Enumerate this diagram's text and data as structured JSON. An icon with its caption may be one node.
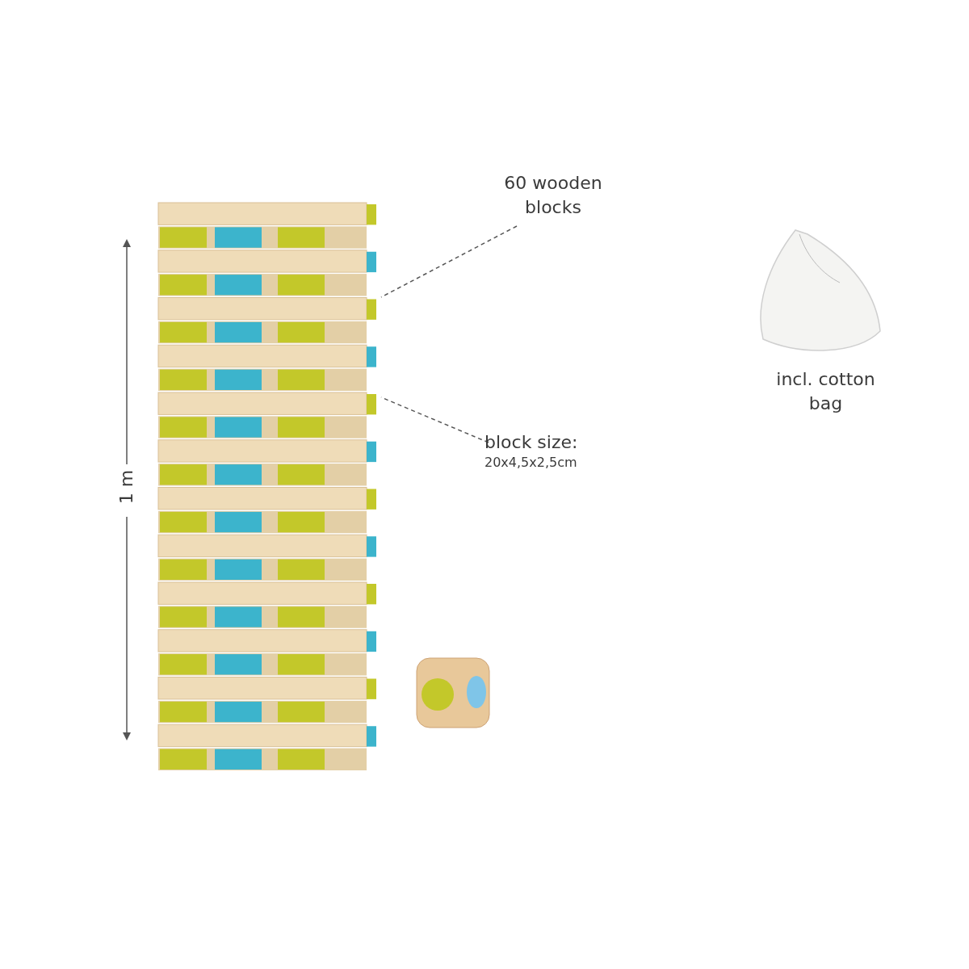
{
  "diagram": {
    "nodes": [
      {
        "text": [
          "60 wooden blocks"
        ]
      },
      {
        "text": [],
        "shape": "picture"
      },
      {
        "text": [
          "block size:",
          "20x4,5x2,5cm"
        ]
      }
    ],
    "edges": [
      {
        "from": 0,
        "to": 1,
        "arrow": "none",
        "style": "dashed"
      },
      {
        "from": 2,
        "to": 1,
        "arrow": "none",
        "style": "dashed"
      }
    ],
    "labels": [
      "incl. cotton bag",
      "1 m"
    ]
  }
}
